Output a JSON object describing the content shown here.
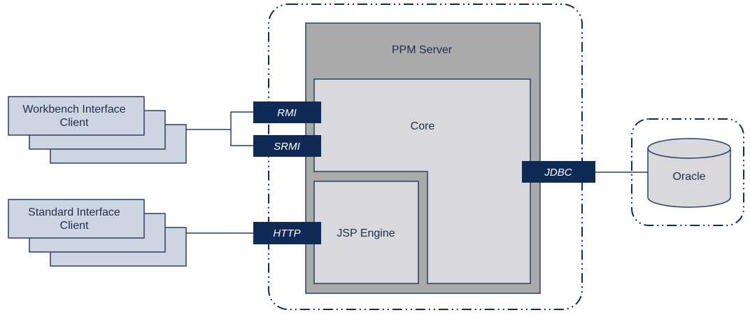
{
  "server": {
    "title": "PPM Server",
    "core_label": "Core",
    "jsp_label": "JSP Engine"
  },
  "clients": {
    "workbench": {
      "line1": "Workbench Interface",
      "line2": "Client"
    },
    "standard": {
      "line1": "Standard Interface",
      "line2": "Client"
    }
  },
  "interfaces": {
    "rmi": "RMI",
    "srmi": "SRMI",
    "http": "HTTP",
    "jdbc": "JDBC"
  },
  "database": {
    "label": "Oracle"
  },
  "colors": {
    "navy": "#0f2a55",
    "outer_gray": "#aaaaaa",
    "inner_gray": "#d8d8dd",
    "client_fill": "#cdd4e2"
  }
}
